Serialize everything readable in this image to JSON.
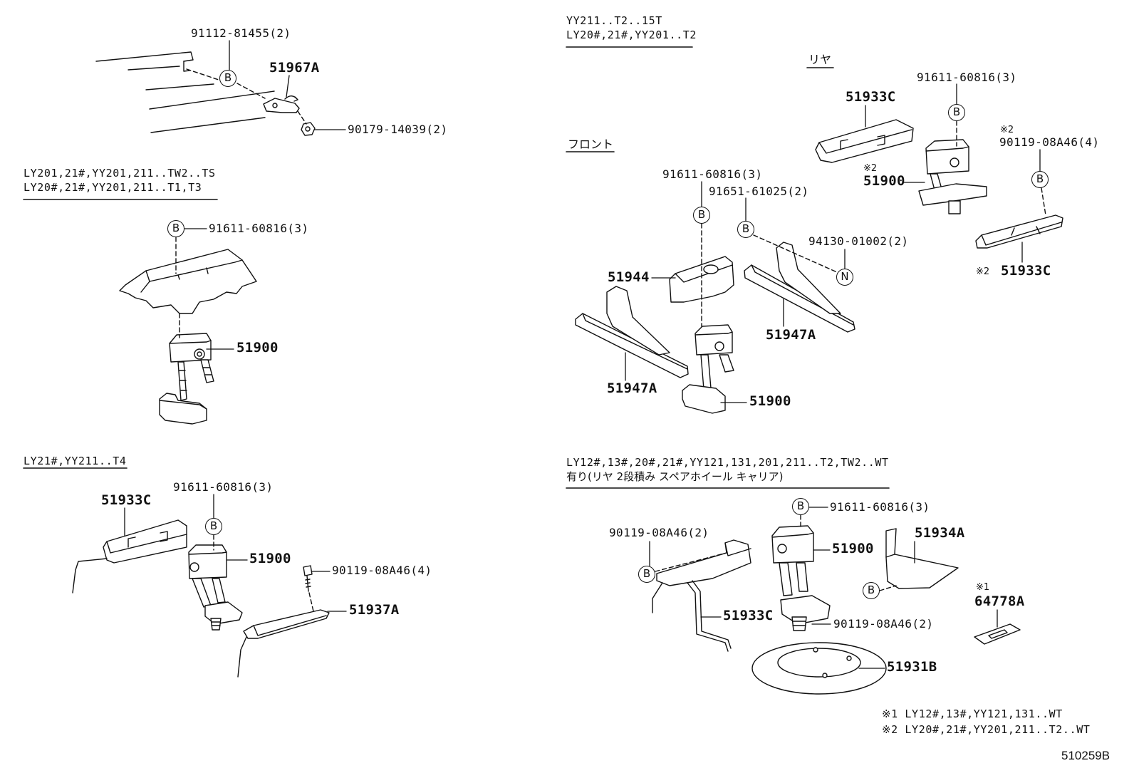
{
  "figure_code": "510259B",
  "top_left": {
    "callouts": [
      "91112-81455(2)",
      "51967A",
      "90179-14039(2)"
    ],
    "markers": [
      "B"
    ]
  },
  "left_middle": {
    "header": [
      "LY201,21#,YY201,211..TW2..TS",
      "LY20#,21#,YY201,211..T1,T3"
    ],
    "callouts": [
      "91611-60816(3)",
      "51900"
    ],
    "markers": [
      "B"
    ]
  },
  "left_bottom": {
    "header": [
      "LY21#,YY211..T4"
    ],
    "callouts": [
      "51933C",
      "91611-60816(3)",
      "51900",
      "90119-08A46(4)",
      "51937A"
    ],
    "markers": [
      "B"
    ]
  },
  "right_top": {
    "header": [
      "YY211..T2..15T",
      "LY20#,21#,YY201..T2"
    ],
    "rear_label": "リヤ",
    "front_label": "フロント",
    "callouts": [
      "91611-60816(3)",
      "51933C",
      "90119-08A46(4)",
      "51900",
      "51933C",
      "91611-60816(3)",
      "91651-61025(2)",
      "94130-01002(2)",
      "51944",
      "51947A",
      "51947A",
      "51900"
    ],
    "note_marks": [
      "※2",
      "※2",
      "※2"
    ],
    "markers": [
      "B",
      "B",
      "B",
      "B",
      "N"
    ]
  },
  "right_bottom": {
    "header": [
      "LY12#,13#,20#,21#,YY121,131,201,211..T2,TW2..WT",
      "有り(リヤ 2段積み スペアホイール キャリア)"
    ],
    "callouts": [
      "91611-60816(3)",
      "90119-08A46(2)",
      "51934A",
      "51900",
      "64778A",
      "51933C",
      "90119-08A46(2)",
      "51931B"
    ],
    "note_marks": [
      "※1"
    ],
    "markers": [
      "B",
      "B",
      "B"
    ]
  },
  "notes": [
    "※1 LY12#,13#,YY121,131..WT",
    "※2 LY20#,21#,YY201,211..T2..WT"
  ]
}
